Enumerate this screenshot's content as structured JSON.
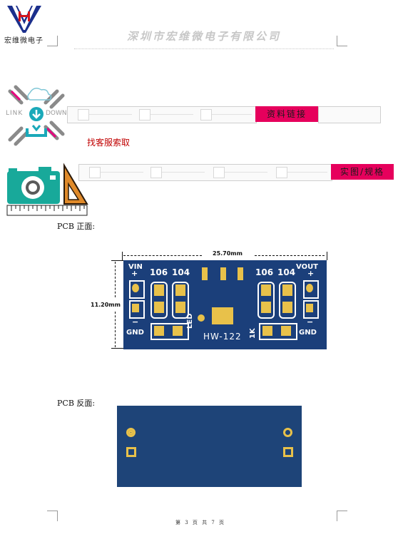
{
  "header": {
    "logo_caption": "宏维微电子",
    "company_name": "深圳市宏维微电子有限公司"
  },
  "link_row": {
    "icon_text_left": "LINK",
    "icon_text_right": "DOWN",
    "button_label": "资料链接",
    "note": "找客服索取"
  },
  "photo_row": {
    "button_label": "实图/规格"
  },
  "pcb_front": {
    "section_label": "PCB 正面:",
    "width_dim": "25.70mm",
    "height_dim": "11.20mm",
    "silk": {
      "vin": "VIN",
      "plus_left": "+",
      "minus_left": "−",
      "gnd_left": "GND",
      "cap_106_left": "106",
      "cap_104_left": "104",
      "cap_106_right": "106",
      "cap_104_right": "104",
      "vout": "VOUT",
      "plus_right": "+",
      "minus_right": "−",
      "gnd_right": "GND",
      "led": "LED",
      "model": "HW-122",
      "resistor": "1K"
    }
  },
  "pcb_back": {
    "section_label": "PCB 反面:"
  },
  "footer": {
    "page_text": "第 3 页 共 7 页"
  },
  "colors": {
    "pcb_blue": "#1b3f7a",
    "pad_gold": "#e8c14a",
    "accent_pink": "#e6005c",
    "note_red": "#c00000",
    "icon_teal": "#18a99a"
  }
}
